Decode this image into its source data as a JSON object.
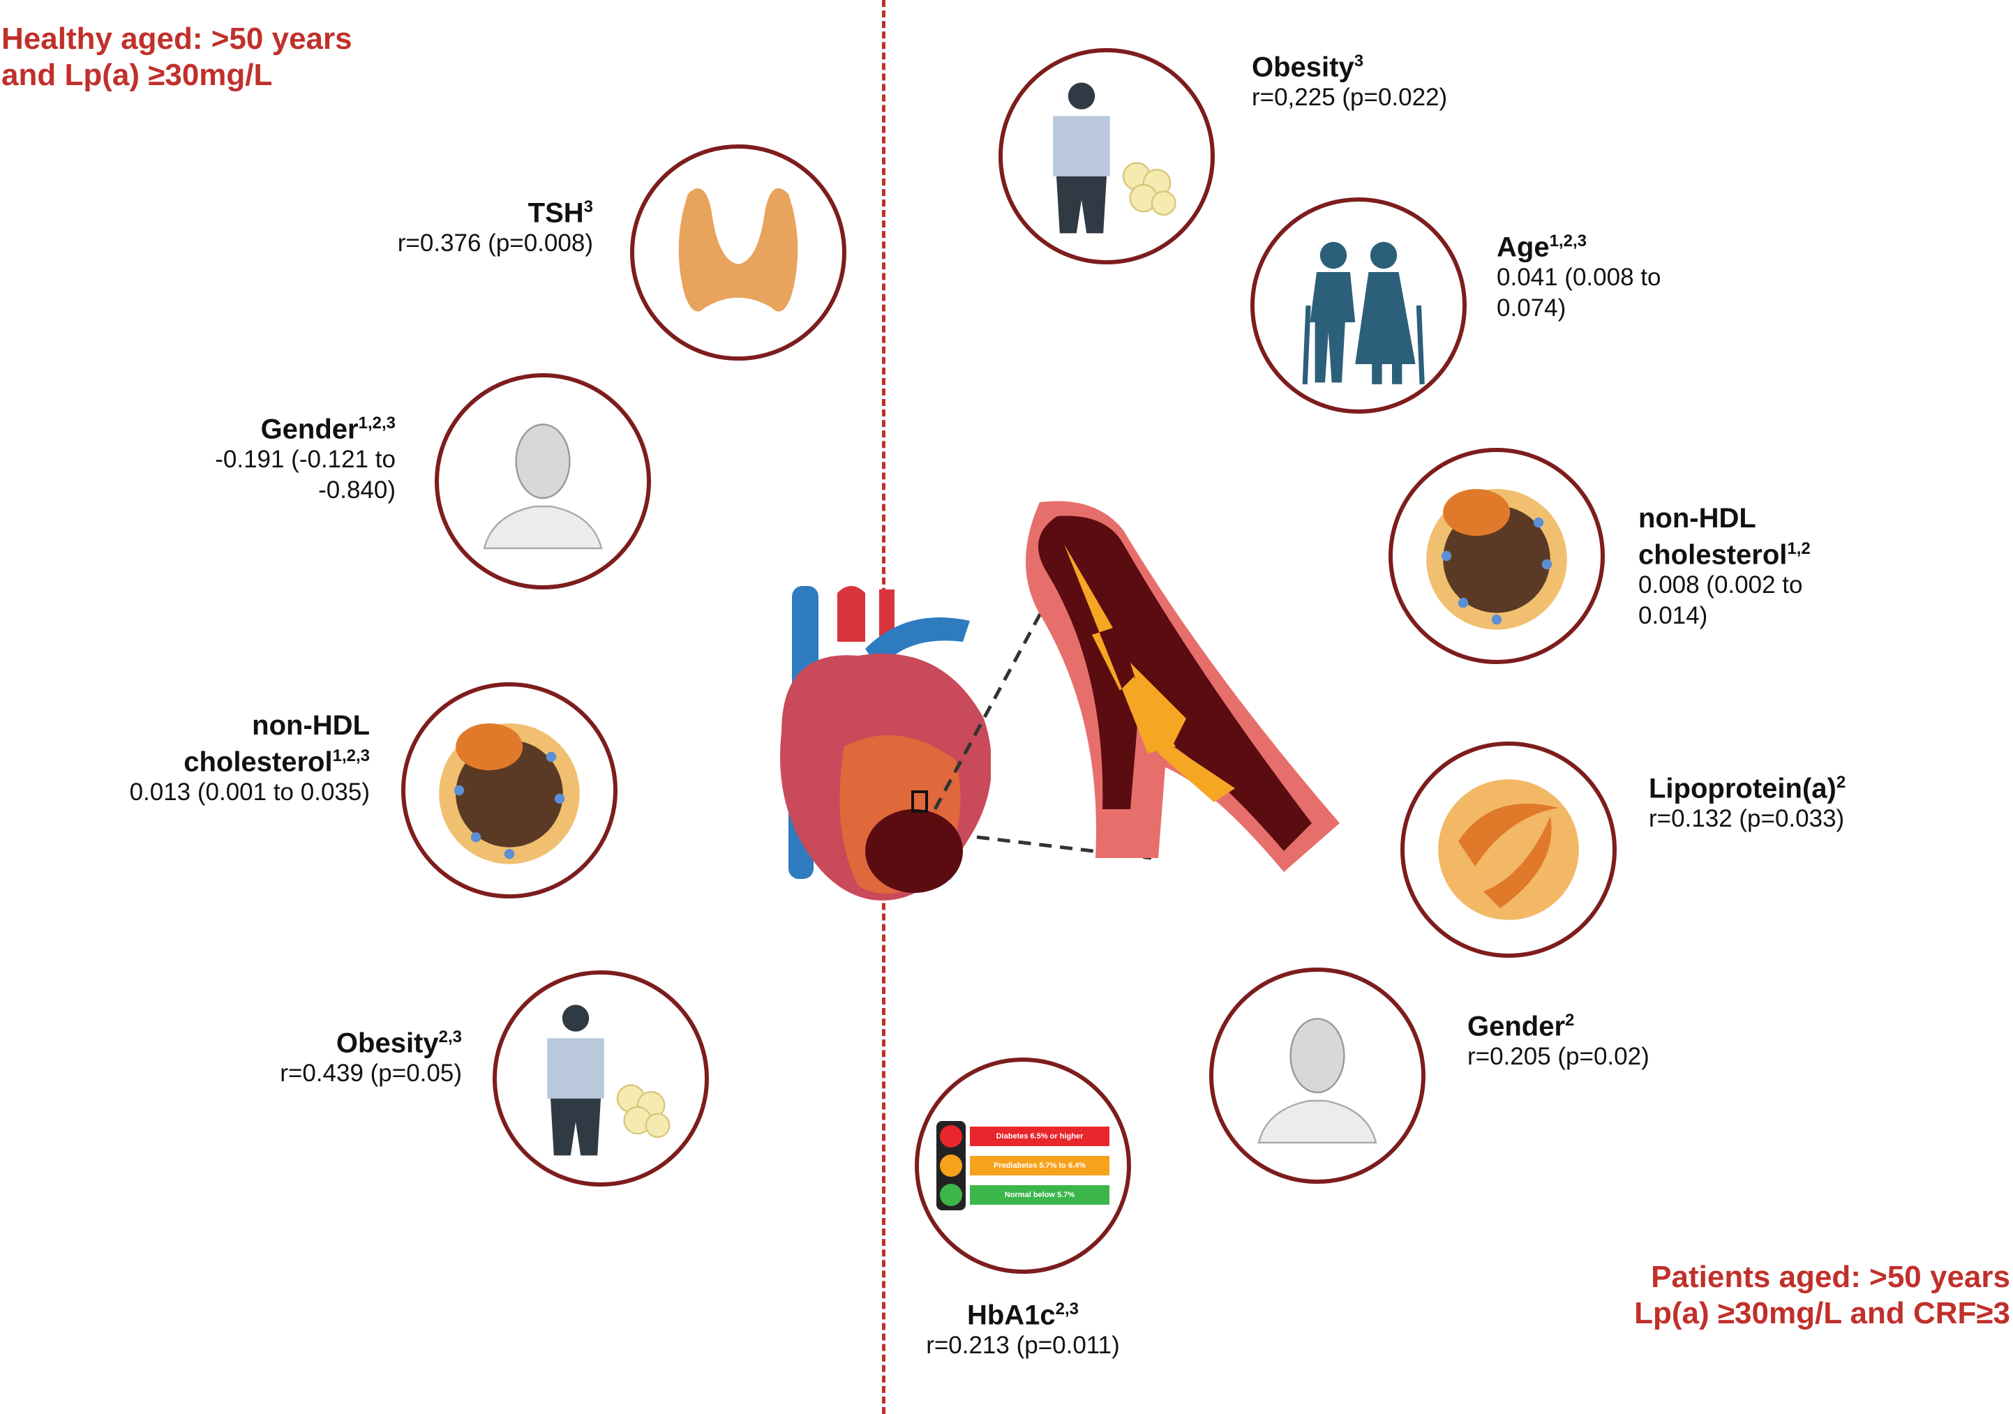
{
  "groups": {
    "healthy": {
      "line1": "Healthy aged: >50 years",
      "line2": "and Lp(a) ≥30mg/L"
    },
    "patients": {
      "line1": "Patients aged: >50 years",
      "line2": "Lp(a) ≥30mg/L and CRF≥3"
    }
  },
  "healthy_factors": [
    {
      "name": "TSH",
      "sup": "3",
      "value": "r=0.376 (p=0.008)",
      "icon": "thyroid-icon"
    },
    {
      "name": "Gender",
      "sup": "1,2,3",
      "value": "-0.191 (-0.121 to\n-0.840)",
      "icon": "person-head-icon"
    },
    {
      "name": "non-HDL\ncholesterol",
      "sup": "1,2,3",
      "value": "0.013 (0.001 to 0.035)",
      "icon": "lipoprotein-particle-icon"
    },
    {
      "name": "Obesity",
      "sup": "2,3",
      "value": "r=0.439 (p=0.05)",
      "icon": "obese-person-icon"
    }
  ],
  "patient_factors": [
    {
      "name": "Obesity",
      "sup": "3",
      "value": "r=0,225 (p=0.022)",
      "icon": "obese-person-icon"
    },
    {
      "name": "Age",
      "sup": "1,2,3",
      "value": "0.041 (0.008 to\n0.074)",
      "icon": "elderly-couple-icon"
    },
    {
      "name": "non-HDL\ncholesterol",
      "sup": "1,2",
      "value": "0.008 (0.002 to\n0.014)",
      "icon": "lipoprotein-particle-icon"
    },
    {
      "name": "Lipoprotein(a)",
      "sup": "2",
      "value": "r=0.132 (p=0.033)",
      "icon": "lipoprotein-a-icon"
    },
    {
      "name": "Gender",
      "sup": "2",
      "value": "r=0.205 (p=0.02)",
      "icon": "person-head-icon"
    },
    {
      "name": "HbA1c",
      "sup": "2,3",
      "value": "r=0.213 (p=0.011)",
      "icon": "traffic-light-icon"
    }
  ],
  "hba1c_scale": [
    {
      "label": "Diabetes 6.5% or higher",
      "color": "#e8262b"
    },
    {
      "label": "Prediabetes 5.7% to 6.4%",
      "color": "#f7a21c"
    },
    {
      "label": "Normal below 5.7%",
      "color": "#3cb54a"
    }
  ],
  "colors": {
    "accent": "#c0302b",
    "circle_border": "#7d1d1d"
  }
}
